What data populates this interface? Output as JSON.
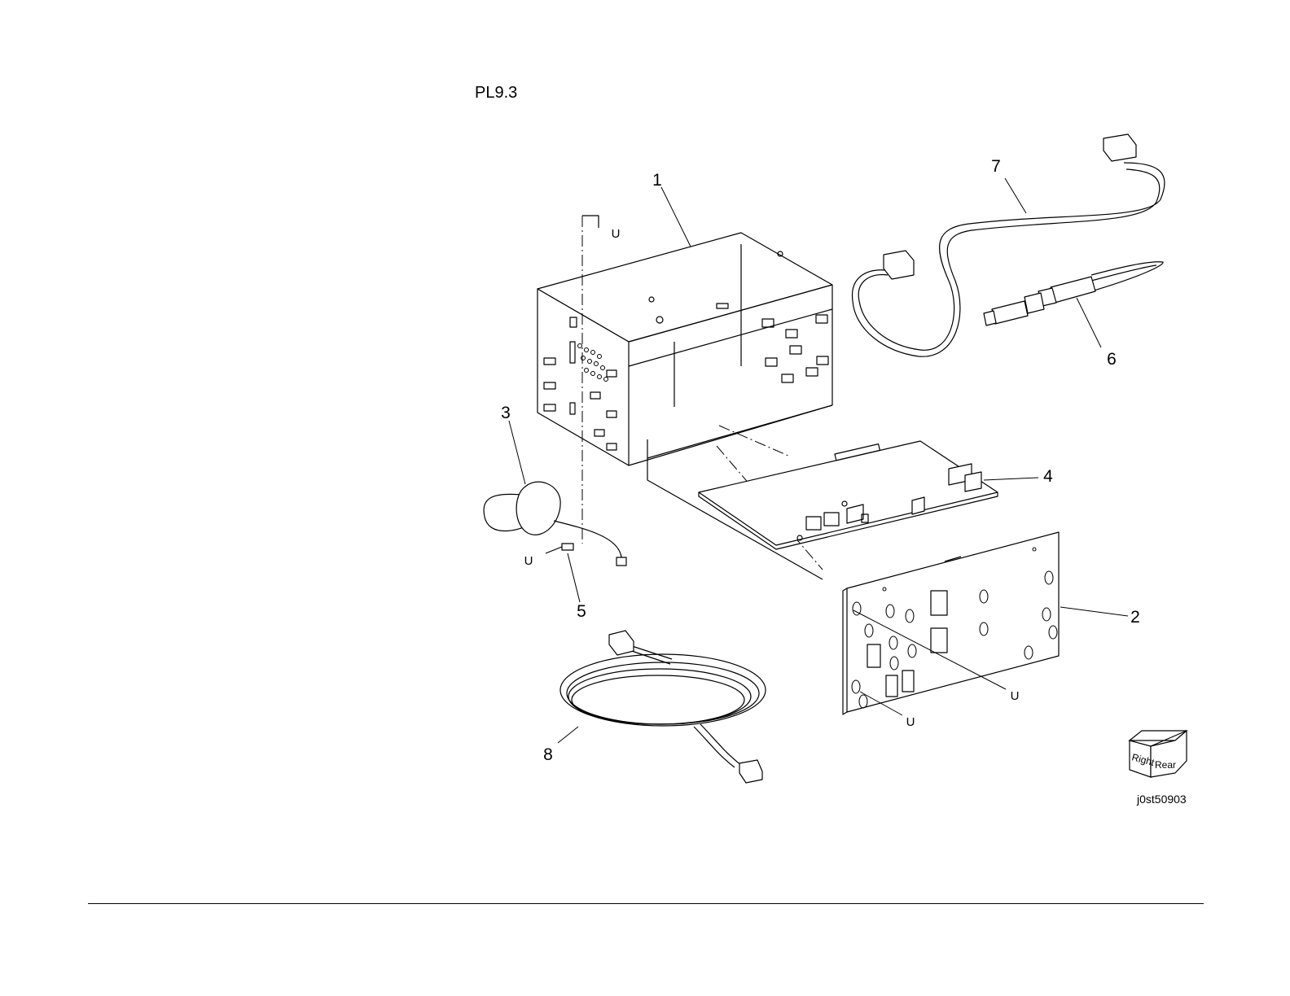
{
  "page": {
    "title": "PL9.3",
    "figure_id": "j0st50903"
  },
  "callouts": [
    "1",
    "2",
    "3",
    "4",
    "5",
    "6",
    "7",
    "8"
  ],
  "screw_label": "U",
  "orientation": {
    "right": "Right",
    "rear": "Rear"
  }
}
